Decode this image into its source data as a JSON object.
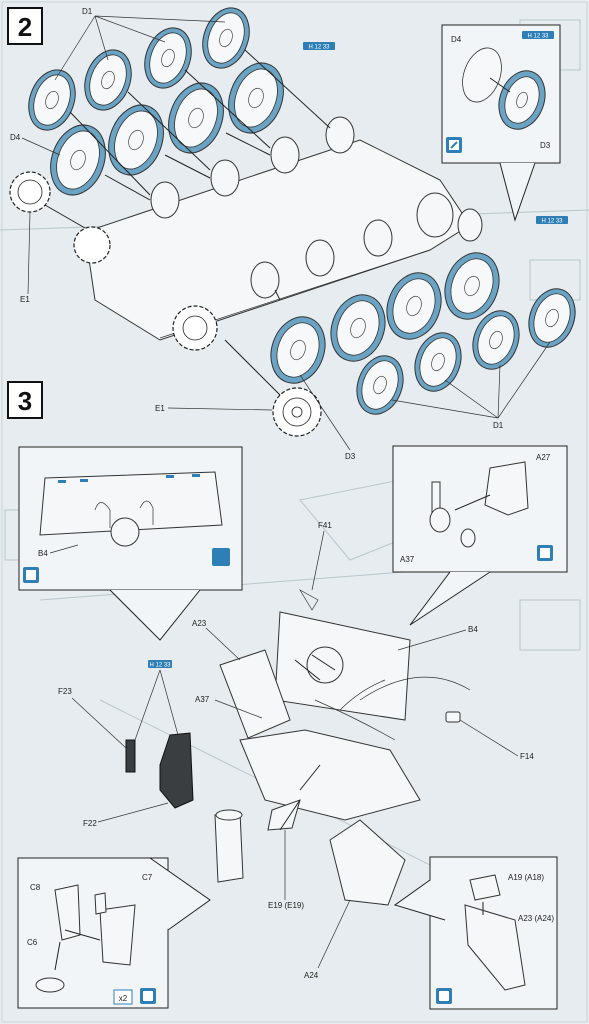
{
  "steps": [
    {
      "number": "2"
    },
    {
      "number": "3"
    }
  ],
  "badges": {
    "paint_ref": "H 12 33",
    "paint_ref2": "H 12 33",
    "paint_ref3": "H 12 33",
    "multiplier": "x2"
  },
  "labels": {
    "d1_top": "D1",
    "d4_left": "D4",
    "e1_left": "E1",
    "d4_inset": "D4",
    "d3_inset": "D3",
    "e1_bottom": "E1",
    "d3_bottom": "D3",
    "d1_bottom": "D1",
    "a27": "A27",
    "a37_inset": "A37",
    "b4_inset": "B4",
    "f41": "F41",
    "a23": "A23",
    "b4": "B4",
    "a37": "A37",
    "f23": "F23",
    "f14": "F14",
    "f22": "F22",
    "e19": "E19 (E19)",
    "a24": "A24",
    "c8": "C8",
    "c7": "C7",
    "c6": "C6",
    "a19": "A19 (A18)",
    "a23a24": "A23 (A24)"
  },
  "colors": {
    "wheel_blue": "#6aa3c4",
    "badge_blue": "#2f7fb7"
  }
}
